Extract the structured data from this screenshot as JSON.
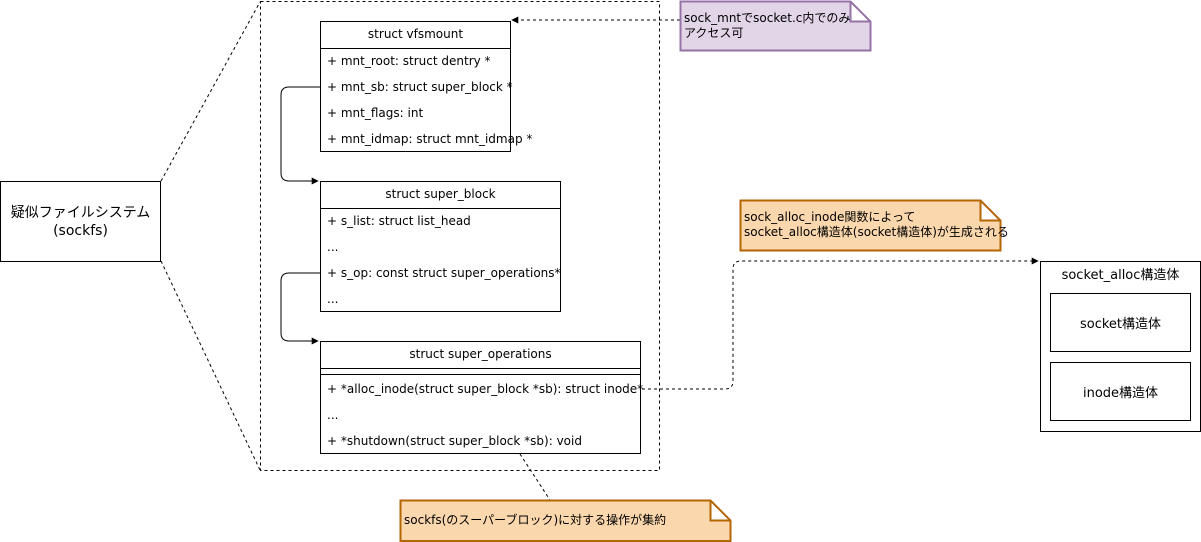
{
  "pseudo_fs": {
    "line1": "疑似ファイルシステム",
    "line2": "(sockfs)"
  },
  "vfsmount": {
    "title": "struct vfsmount",
    "fields": [
      "+ mnt_root: struct dentry *",
      "+ mnt_sb: struct super_block *",
      "+ mnt_flags: int",
      "+ mnt_idmap: struct mnt_idmap *"
    ]
  },
  "super_block": {
    "title": "struct super_block",
    "fields": [
      "+ s_list: struct list_head",
      "...",
      "+ s_op: const struct super_operations*",
      "..."
    ]
  },
  "super_operations": {
    "title": "struct super_operations",
    "methods": [
      "+ *alloc_inode(struct super_block *sb): struct inode*",
      "...",
      "+ *shutdown(struct super_block *sb): void"
    ]
  },
  "notes": {
    "sock_mnt": {
      "line1": "sock_mntでsocket.c内でのみ",
      "line2": "アクセス可",
      "fill": "#e1d5e7",
      "stroke": "#9673a6"
    },
    "alloc_inode": {
      "line1": "sock_alloc_inode関数によって",
      "line2": "socket_alloc構造体(socket構造体)が生成される",
      "fill": "#fad7ac",
      "stroke": "#b46504"
    },
    "sockfs_ops": {
      "line1": "sockfs(のスーパーブロック)に対する操作が集約",
      "fill": "#fad7ac",
      "stroke": "#b46504"
    }
  },
  "socket_alloc": {
    "title": "socket_alloc構造体",
    "socket": "socket構造体",
    "inode": "inode構造体"
  }
}
